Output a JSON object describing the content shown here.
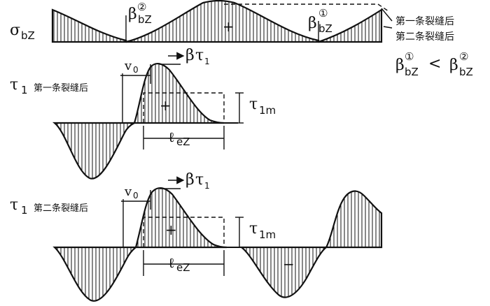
{
  "panels": {
    "top": {
      "symbol": "σbZ",
      "symbol_main": "σ",
      "symbol_sub": "bZ",
      "plus_sign": "+",
      "beta_left": "β",
      "beta_left_sub": "bZ",
      "beta_left_sup": "②",
      "beta_right": "β",
      "beta_right_sub": "bZ",
      "beta_right_sup": "①",
      "legend_first": "第一条裂缝后",
      "legend_second": "第二条裂缝后",
      "inequality_beta1": "β",
      "inequality_beta1_sup": "①",
      "inequality_beta1_sub": "bZ",
      "inequality_op": "<",
      "inequality_beta2": "β",
      "inequality_beta2_sup": "②",
      "inequality_beta2_sub": "bZ"
    },
    "middle": {
      "symbol_main": "τ",
      "symbol_sub": "1",
      "caption": "第一条裂缝后",
      "v0_label": "v",
      "v0_sub": "0",
      "beta_tau": "β",
      "beta_tau_sym": "τ",
      "beta_tau_sub": "1",
      "plus_sign": "+",
      "tau_m_main": "τ",
      "tau_m_sub": "1m",
      "lez_main": "ℓ",
      "lez_sub": "eZ"
    },
    "bottom": {
      "symbol_main": "τ",
      "symbol_sub": "1",
      "caption": "第二条裂缝后",
      "v0_label": "v",
      "v0_sub": "0",
      "beta_tau": "β",
      "beta_tau_sym": "τ",
      "beta_tau_sub": "1",
      "plus_sign": "+",
      "minus_sign": "−",
      "tau_m_main": "τ",
      "tau_m_sub": "1m",
      "lez_main": "ℓ",
      "lez_sub": "eZ"
    }
  }
}
